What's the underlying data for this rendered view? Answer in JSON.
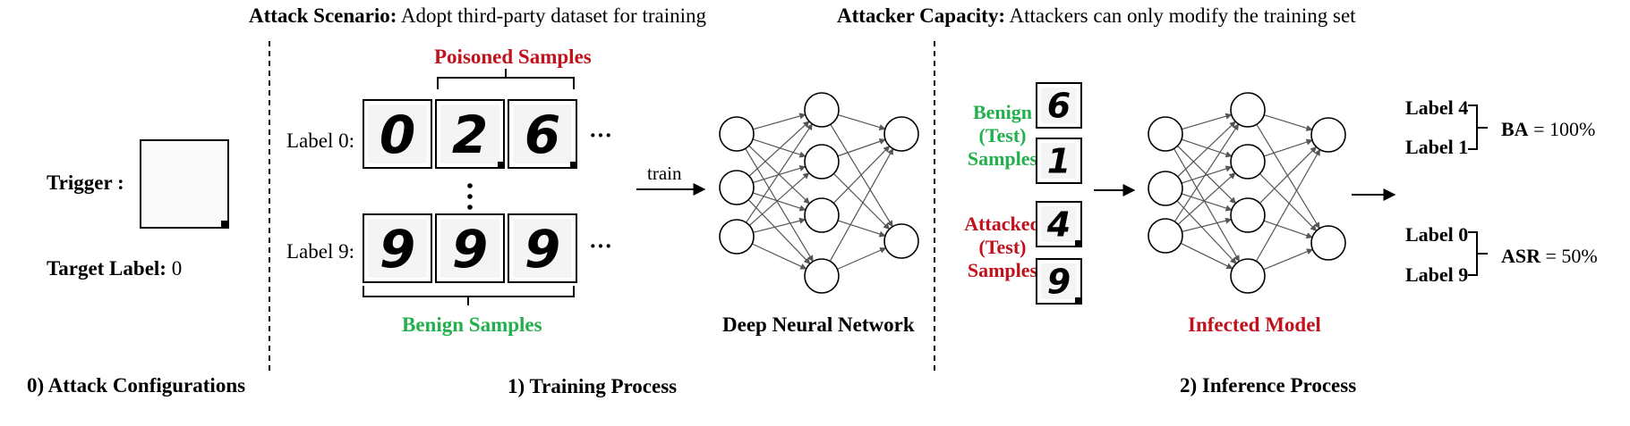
{
  "scenario": {
    "label": "Attack Scenario:",
    "text": " Adopt third-party dataset for training"
  },
  "capacity": {
    "label": "Attacker Capacity:",
    "text": " Attackers can only modify the training set"
  },
  "config": {
    "trigger_label": "Trigger :",
    "target_label": "Target Label:",
    "target_value": " 0",
    "section_title": "0) Attack Configurations"
  },
  "training": {
    "poisoned_title": "Poisoned Samples",
    "benign_title": "Benign Samples",
    "row0_label": "Label 0:",
    "row9_label": "Label 9:",
    "row0_digits": [
      "0",
      "2",
      "6"
    ],
    "row9_digits": [
      "9",
      "9",
      "9"
    ],
    "ellipsis": "···",
    "train_label": "train",
    "network_title": "Deep Neural Network",
    "section_title": "1) Training Process"
  },
  "inference": {
    "benign_label": [
      "Benign",
      "(Test)",
      "Samples"
    ],
    "attacked_label": [
      "Attacked",
      "(Test)",
      "Samples"
    ],
    "benign_digits": [
      "6",
      "1"
    ],
    "attacked_digits": [
      "4",
      "9"
    ],
    "model_title": "Infected Model",
    "outputs_top": [
      "Label 4",
      "Label 1"
    ],
    "outputs_bottom": [
      "Label 0",
      "Label 9"
    ],
    "ba_label": "BA",
    "ba_value": " = 100%",
    "asr_label": "ASR",
    "asr_value": " = 50%",
    "section_title": "2) Inference Process"
  },
  "colors": {
    "benign": "#22b04c",
    "poison": "#c0111c"
  }
}
